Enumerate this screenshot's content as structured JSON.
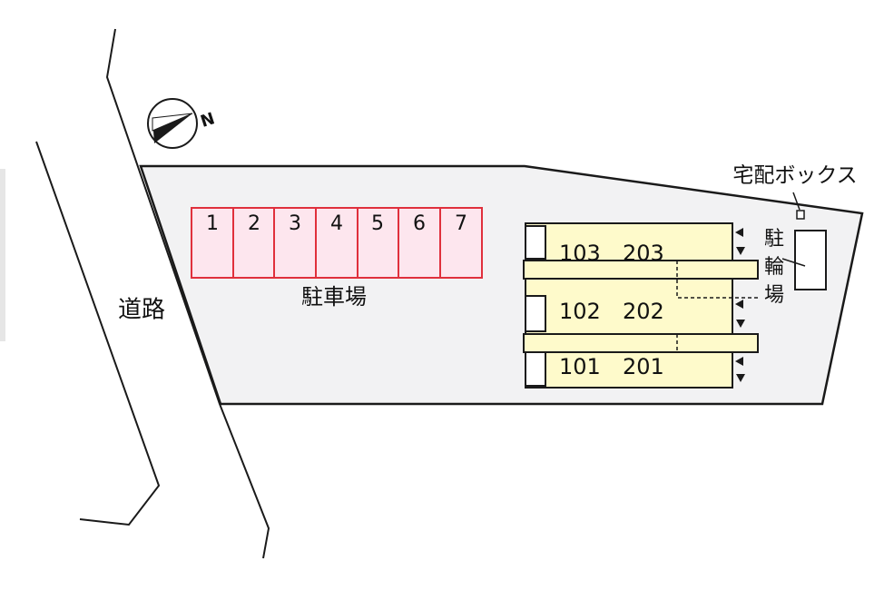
{
  "labels": {
    "road": "道路",
    "parking": "駐車場",
    "bicycle": [
      "駐",
      "輪",
      "場"
    ],
    "delivery_box": "宅配ボックス",
    "north": "N"
  },
  "parking_spaces": [
    "1",
    "2",
    "3",
    "4",
    "5",
    "6",
    "7"
  ],
  "units": [
    {
      "first": "103",
      "second": "203"
    },
    {
      "first": "102",
      "second": "202"
    },
    {
      "first": "101",
      "second": "201"
    }
  ],
  "colors": {
    "lot_fill": "#f2f2f3",
    "parking_fill": "#fde6ee",
    "parking_stroke": "#e0303c",
    "building_fill": "#fefacb",
    "line": "#1a1a1a"
  }
}
